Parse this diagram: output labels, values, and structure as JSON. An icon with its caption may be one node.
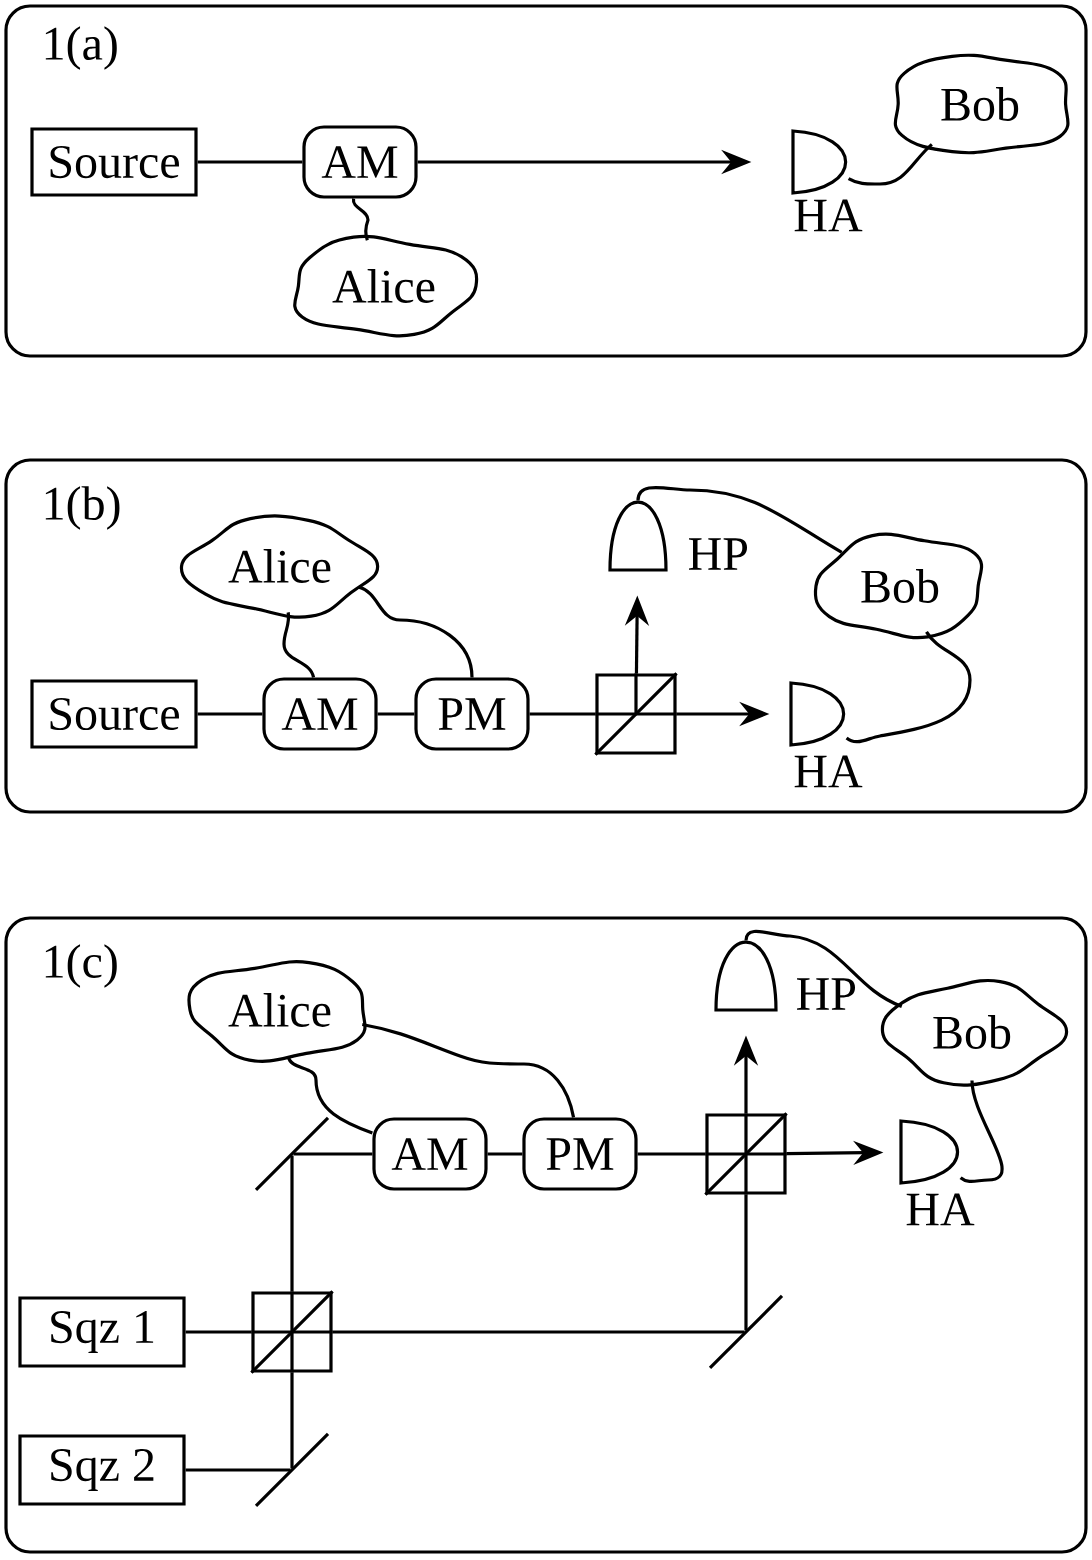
{
  "diagram": {
    "nodes": [
      {
        "text": [
          "1(a)"
        ]
      },
      {
        "text": [
          "Source"
        ],
        "in": 0
      },
      {
        "text": [
          "AM"
        ],
        "in": 0
      },
      {
        "text": [
          "Alice"
        ],
        "in": 0
      },
      {
        "text": [],
        "shape": "detector",
        "beside": [
          "HA"
        ],
        "in": 0
      },
      {
        "text": [
          "Bob"
        ],
        "in": 0
      },
      {
        "text": [
          "1(b)"
        ]
      },
      {
        "text": [
          "Alice"
        ],
        "in": 6
      },
      {
        "text": [],
        "shape": "detector",
        "beside": [
          "HP"
        ],
        "in": 6
      },
      {
        "text": [
          "Bob"
        ],
        "in": 6
      },
      {
        "text": [
          "Source"
        ],
        "in": 6
      },
      {
        "text": [
          "AM"
        ],
        "in": 6
      },
      {
        "text": [
          "PM"
        ],
        "in": 6
      },
      {
        "text": [],
        "shape": "box",
        "in": 6
      },
      {
        "text": [],
        "shape": "detector",
        "beside": [
          "HA"
        ],
        "in": 6
      },
      {
        "text": [
          "1(c)"
        ]
      },
      {
        "text": [
          "Alice"
        ],
        "in": 15
      },
      {
        "text": [],
        "shape": "detector",
        "beside": [
          "HP"
        ],
        "in": 15
      },
      {
        "text": [
          "Bob"
        ],
        "in": 15
      },
      {
        "text": [],
        "shape": "mirror",
        "in": 15
      },
      {
        "text": [
          "AM"
        ],
        "in": 15
      },
      {
        "text": [
          "PM"
        ],
        "in": 15
      },
      {
        "text": [],
        "shape": "box",
        "in": 15
      },
      {
        "text": [],
        "shape": "detector",
        "beside": [
          "HA"
        ],
        "in": 15
      },
      {
        "text": [
          "Sqz 1"
        ],
        "in": 15
      },
      {
        "text": [],
        "shape": "box",
        "in": 15
      },
      {
        "text": [],
        "shape": "mirror",
        "in": 15
      },
      {
        "text": [
          "Sqz 2"
        ],
        "in": 15
      },
      {
        "text": [],
        "shape": "mirror",
        "in": 15
      }
    ],
    "edges": [
      {
        "from": 1,
        "to": 2,
        "arrow": "none"
      },
      {
        "from": 2,
        "to": 4,
        "arrow": "to"
      },
      {
        "from": 2,
        "to": 3,
        "arrow": "none"
      },
      {
        "from": 4,
        "to": 5,
        "arrow": "none"
      },
      {
        "from": 10,
        "to": 11,
        "arrow": "none"
      },
      {
        "from": 11,
        "to": 12,
        "arrow": "none"
      },
      {
        "from": 12,
        "to": 13,
        "arrow": "none"
      },
      {
        "from": 13,
        "to": 14,
        "arrow": "to"
      },
      {
        "from": 13,
        "to": 8,
        "arrow": "to"
      },
      {
        "from": 7,
        "to": 11,
        "arrow": "none"
      },
      {
        "from": 7,
        "to": 12,
        "arrow": "none"
      },
      {
        "from": 8,
        "to": 9,
        "arrow": "none"
      },
      {
        "from": 14,
        "to": 9,
        "arrow": "none"
      },
      {
        "from": 24,
        "to": 25,
        "arrow": "none"
      },
      {
        "from": 27,
        "to": 28,
        "arrow": "none"
      },
      {
        "from": 28,
        "to": 25,
        "arrow": "none"
      },
      {
        "from": 25,
        "to": 19,
        "arrow": "none"
      },
      {
        "from": 19,
        "to": 20,
        "arrow": "none"
      },
      {
        "from": 20,
        "to": 21,
        "arrow": "none"
      },
      {
        "from": 21,
        "to": 22,
        "arrow": "none"
      },
      {
        "from": 25,
        "to": 26,
        "arrow": "none"
      },
      {
        "from": 26,
        "to": 22,
        "arrow": "none"
      },
      {
        "from": 22,
        "to": 23,
        "arrow": "to"
      },
      {
        "from": 22,
        "to": 17,
        "arrow": "to"
      },
      {
        "from": 16,
        "to": 20,
        "arrow": "none"
      },
      {
        "from": 16,
        "to": 21,
        "arrow": "none"
      },
      {
        "from": 17,
        "to": 18,
        "arrow": "none"
      },
      {
        "from": 23,
        "to": 18,
        "arrow": "none"
      }
    ]
  }
}
